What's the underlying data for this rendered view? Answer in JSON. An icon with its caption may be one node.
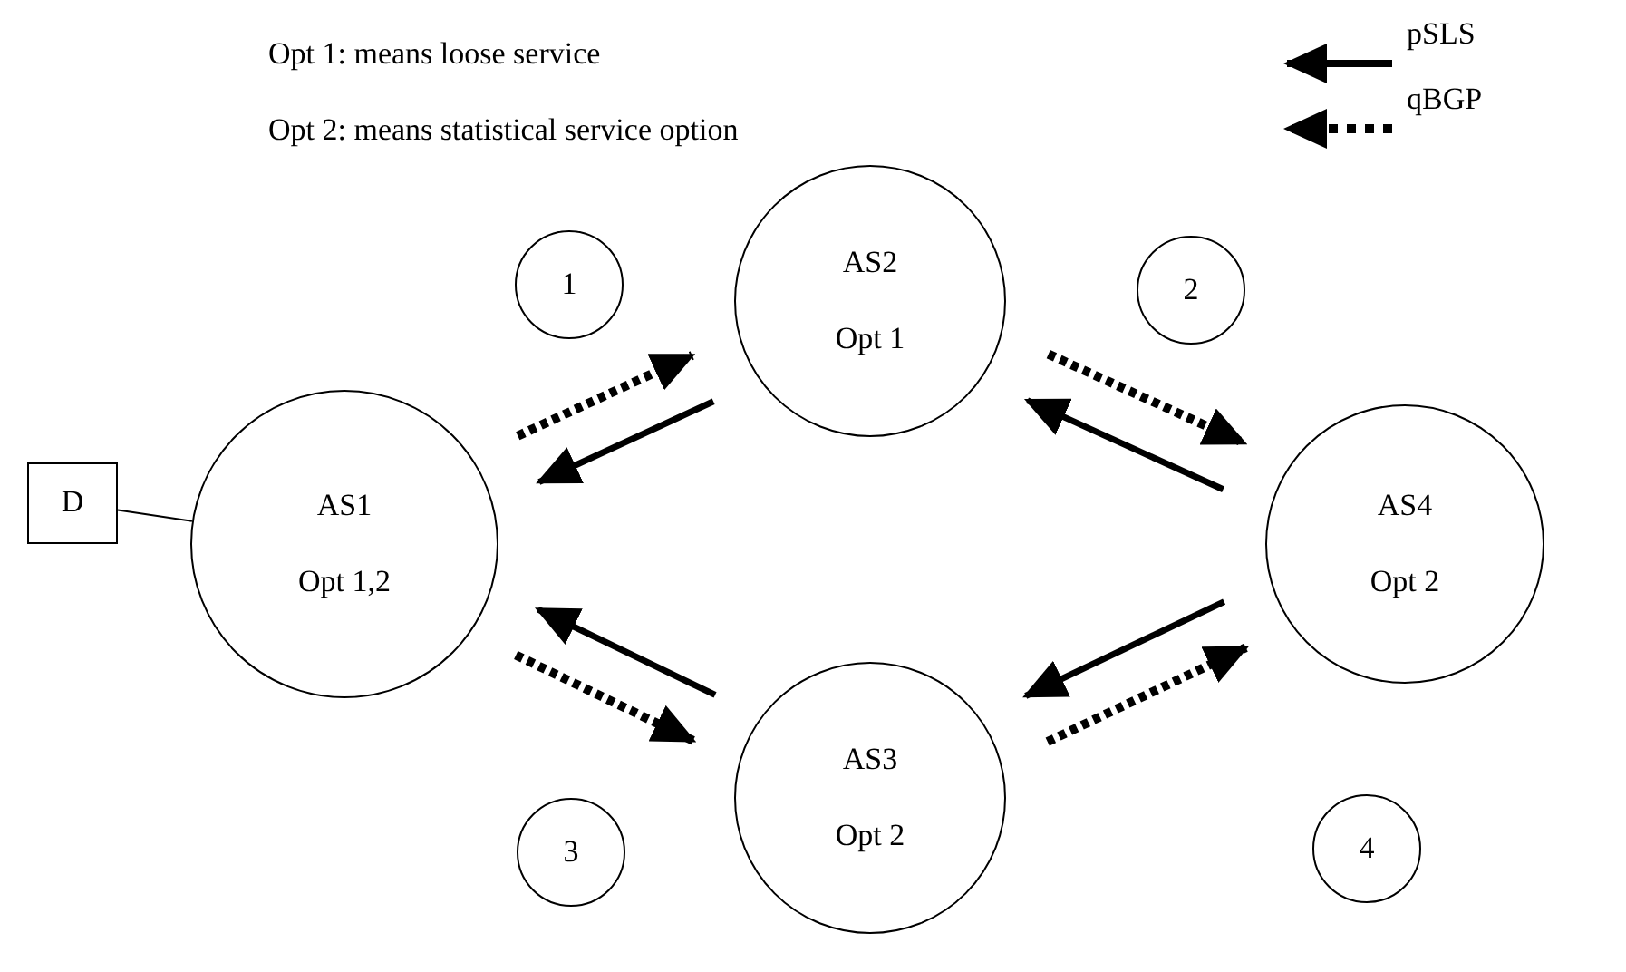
{
  "diagram": {
    "nodes": [
      {
        "text": [
          "D"
        ]
      },
      {
        "text": [
          "AS1",
          "Opt 1,2"
        ]
      },
      {
        "text": [
          "AS2",
          "Opt 1"
        ]
      },
      {
        "text": [
          "AS3",
          "Opt 2"
        ]
      },
      {
        "text": [
          "AS4",
          "Opt 2"
        ]
      },
      {
        "text": [
          "1"
        ]
      },
      {
        "text": [
          "2"
        ]
      },
      {
        "text": [
          "3"
        ]
      },
      {
        "text": [
          "4"
        ]
      }
    ],
    "edges": [
      {
        "from": 0,
        "to": 1,
        "arrow": "none"
      },
      {
        "from": 1,
        "to": 2,
        "arrow": "to",
        "style": "dashed"
      },
      {
        "from": 2,
        "to": 1,
        "arrow": "to"
      },
      {
        "from": 2,
        "to": 4,
        "arrow": "to",
        "style": "dashed"
      },
      {
        "from": 4,
        "to": 2,
        "arrow": "to"
      },
      {
        "from": 3,
        "to": 1,
        "arrow": "to"
      },
      {
        "from": 1,
        "to": 3,
        "arrow": "to",
        "style": "dashed"
      },
      {
        "from": 4,
        "to": 3,
        "arrow": "to"
      },
      {
        "from": 3,
        "to": 4,
        "arrow": "to",
        "style": "dashed"
      }
    ],
    "labels": [
      "Opt 1: means loose service",
      "Opt 2: means statistical service option"
    ],
    "legend": [
      {
        "text": "pSLS"
      },
      {
        "text": "qBGP"
      }
    ]
  }
}
